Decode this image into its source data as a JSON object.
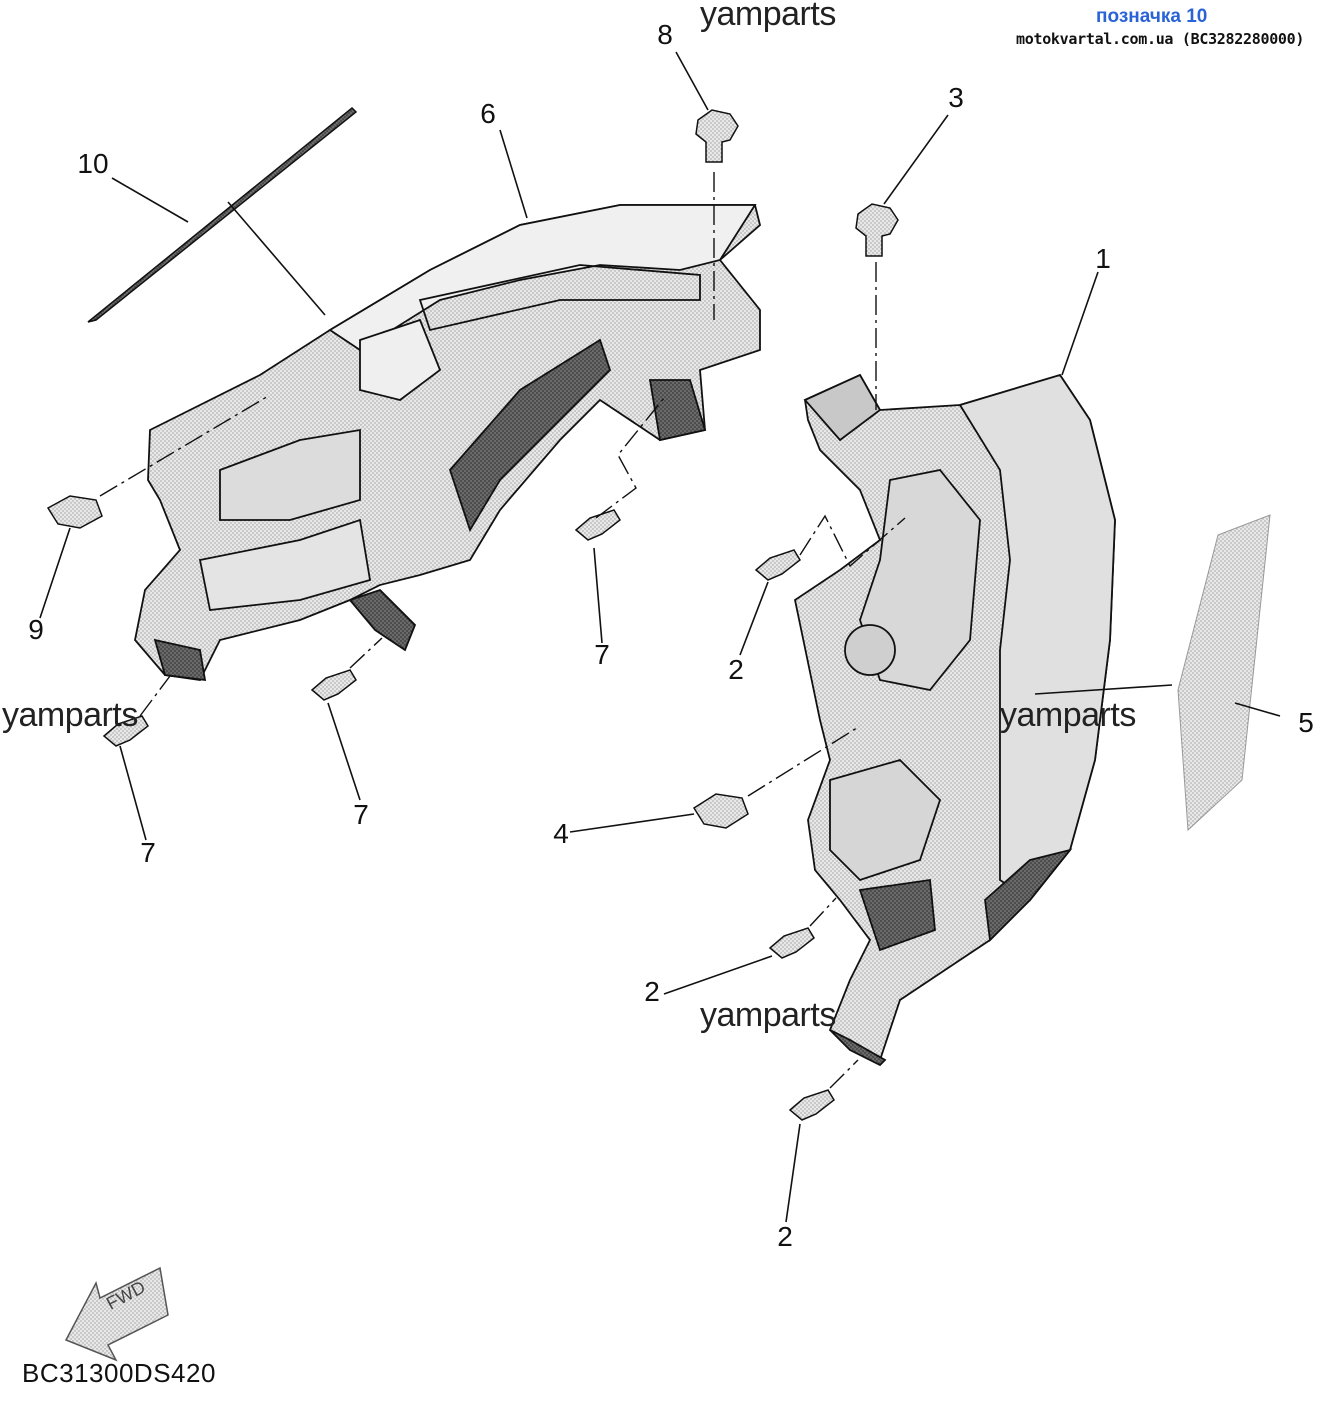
{
  "header": {
    "badge_link": "позначка 10",
    "badge_source": "motokvartal.com.ua (BC3282280000)"
  },
  "watermark": {
    "text": "yamparts"
  },
  "callouts": {
    "c1": "1",
    "c2a": "2",
    "c2b": "2",
    "c2c": "2",
    "c3": "3",
    "c4": "4",
    "c5": "5",
    "c6": "6",
    "c7a": "7",
    "c7b": "7",
    "c7c": "7",
    "c8": "8",
    "c9": "9",
    "c10": "10"
  },
  "footer": {
    "diagram_code": "BC31300DS420",
    "fwd_label": "FWD"
  },
  "colors": {
    "line": "#111111",
    "panel_fill": "#e6e6e6",
    "panel_shade": "#c8c8c8",
    "dark_shade": "#4a4a4a",
    "link": "#2a63d6"
  }
}
